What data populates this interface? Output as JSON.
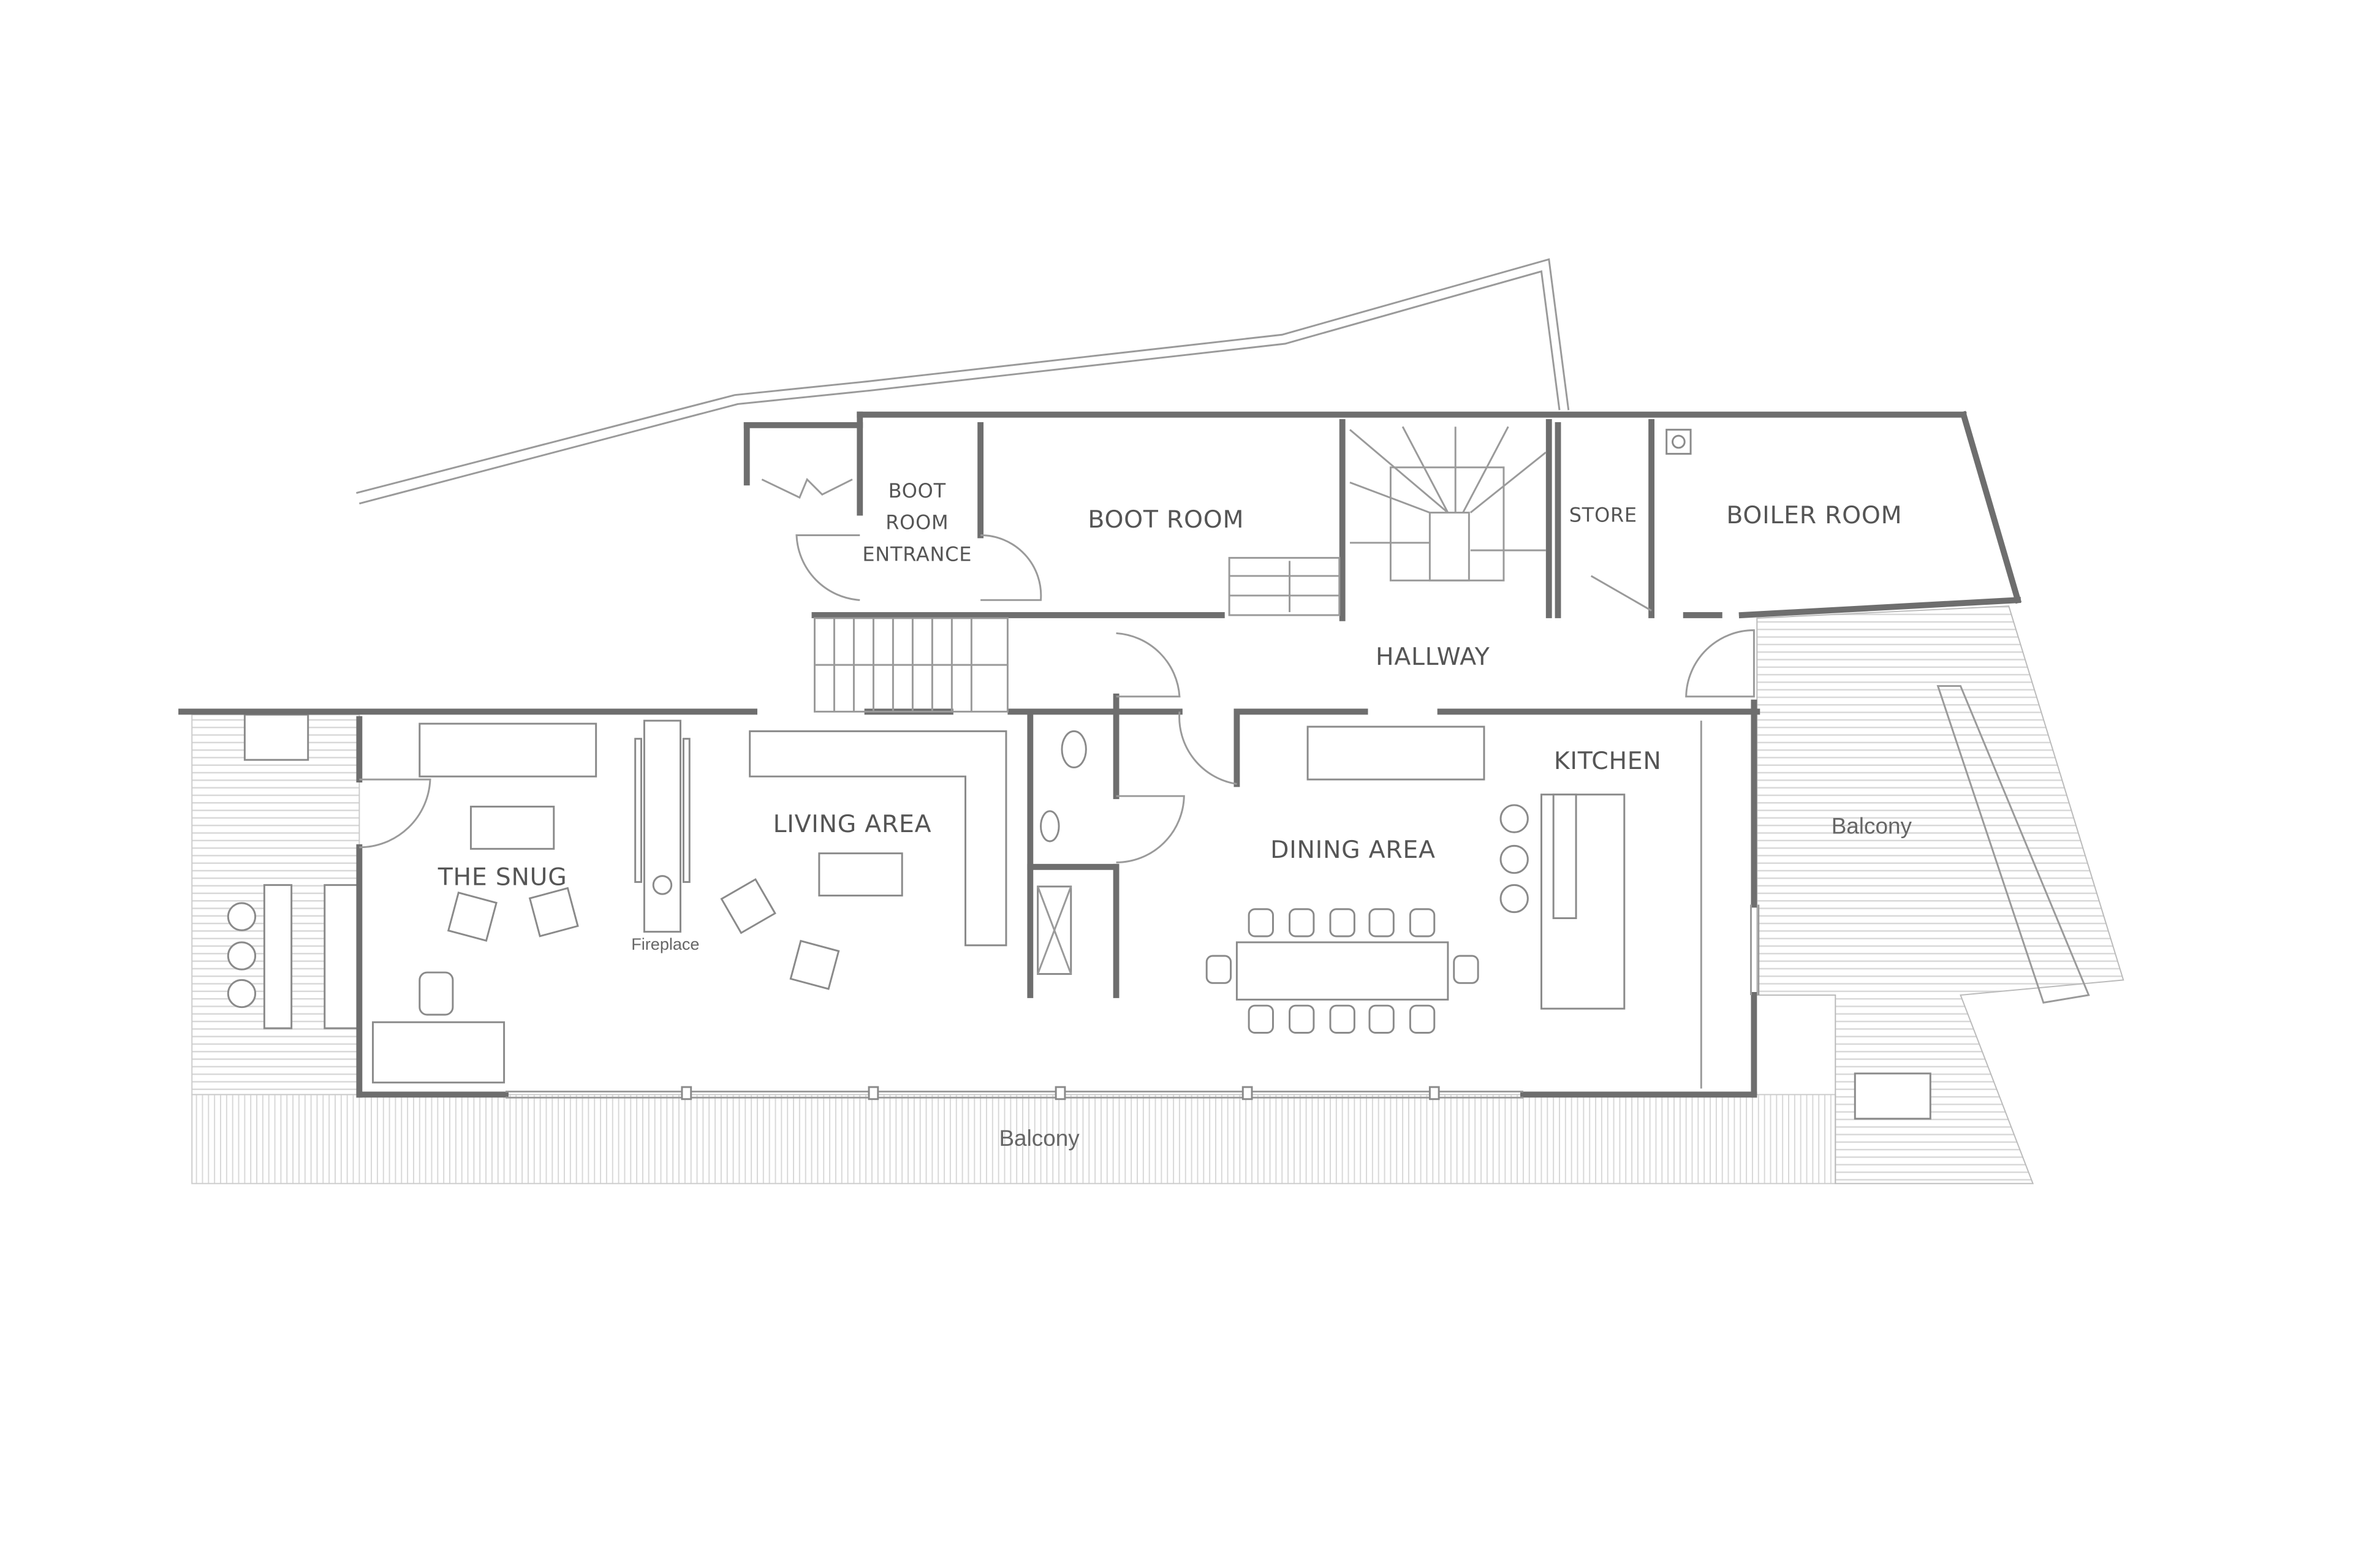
{
  "plan": {
    "rooms": {
      "boot_room_entrance": [
        "BOOT",
        "ROOM",
        "ENTRANCE"
      ],
      "boot_room": "BOOT ROOM",
      "store": "STORE",
      "boiler_room": "BOILER ROOM",
      "hallway": "HALLWAY",
      "kitchen": "KITCHEN",
      "living_area": "LIVING AREA",
      "dining_area": "DINING AREA",
      "the_snug": "THE SNUG",
      "fireplace": "Fireplace",
      "balcony_east": "Balcony",
      "balcony_south": "Balcony"
    },
    "colors": {
      "wall": "#6e6e6e",
      "line": "#9a9a9a",
      "text": "#555555",
      "background": "#ffffff"
    }
  }
}
